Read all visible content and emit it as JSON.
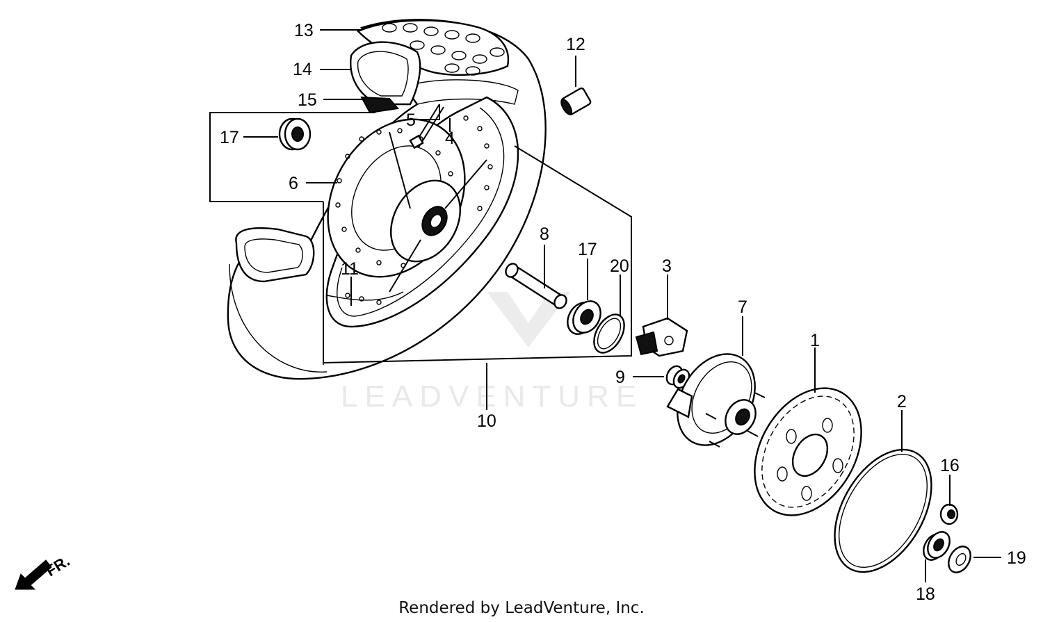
{
  "watermark": "LEADVENTURE",
  "footer": "Rendered by LeadVenture, Inc.",
  "direction_label": "FR.",
  "labels": {
    "p1": "1",
    "p2": "2",
    "p3": "3",
    "p4": "4",
    "p5": "5",
    "p6": "6",
    "p7": "7",
    "p8": "8",
    "p9": "9",
    "p10": "10",
    "p11": "11",
    "p12": "12",
    "p13": "13",
    "p14": "14",
    "p15": "15",
    "p16": "16",
    "p17a": "17",
    "p17b": "17",
    "p18": "18",
    "p19": "19",
    "p20": "20"
  }
}
